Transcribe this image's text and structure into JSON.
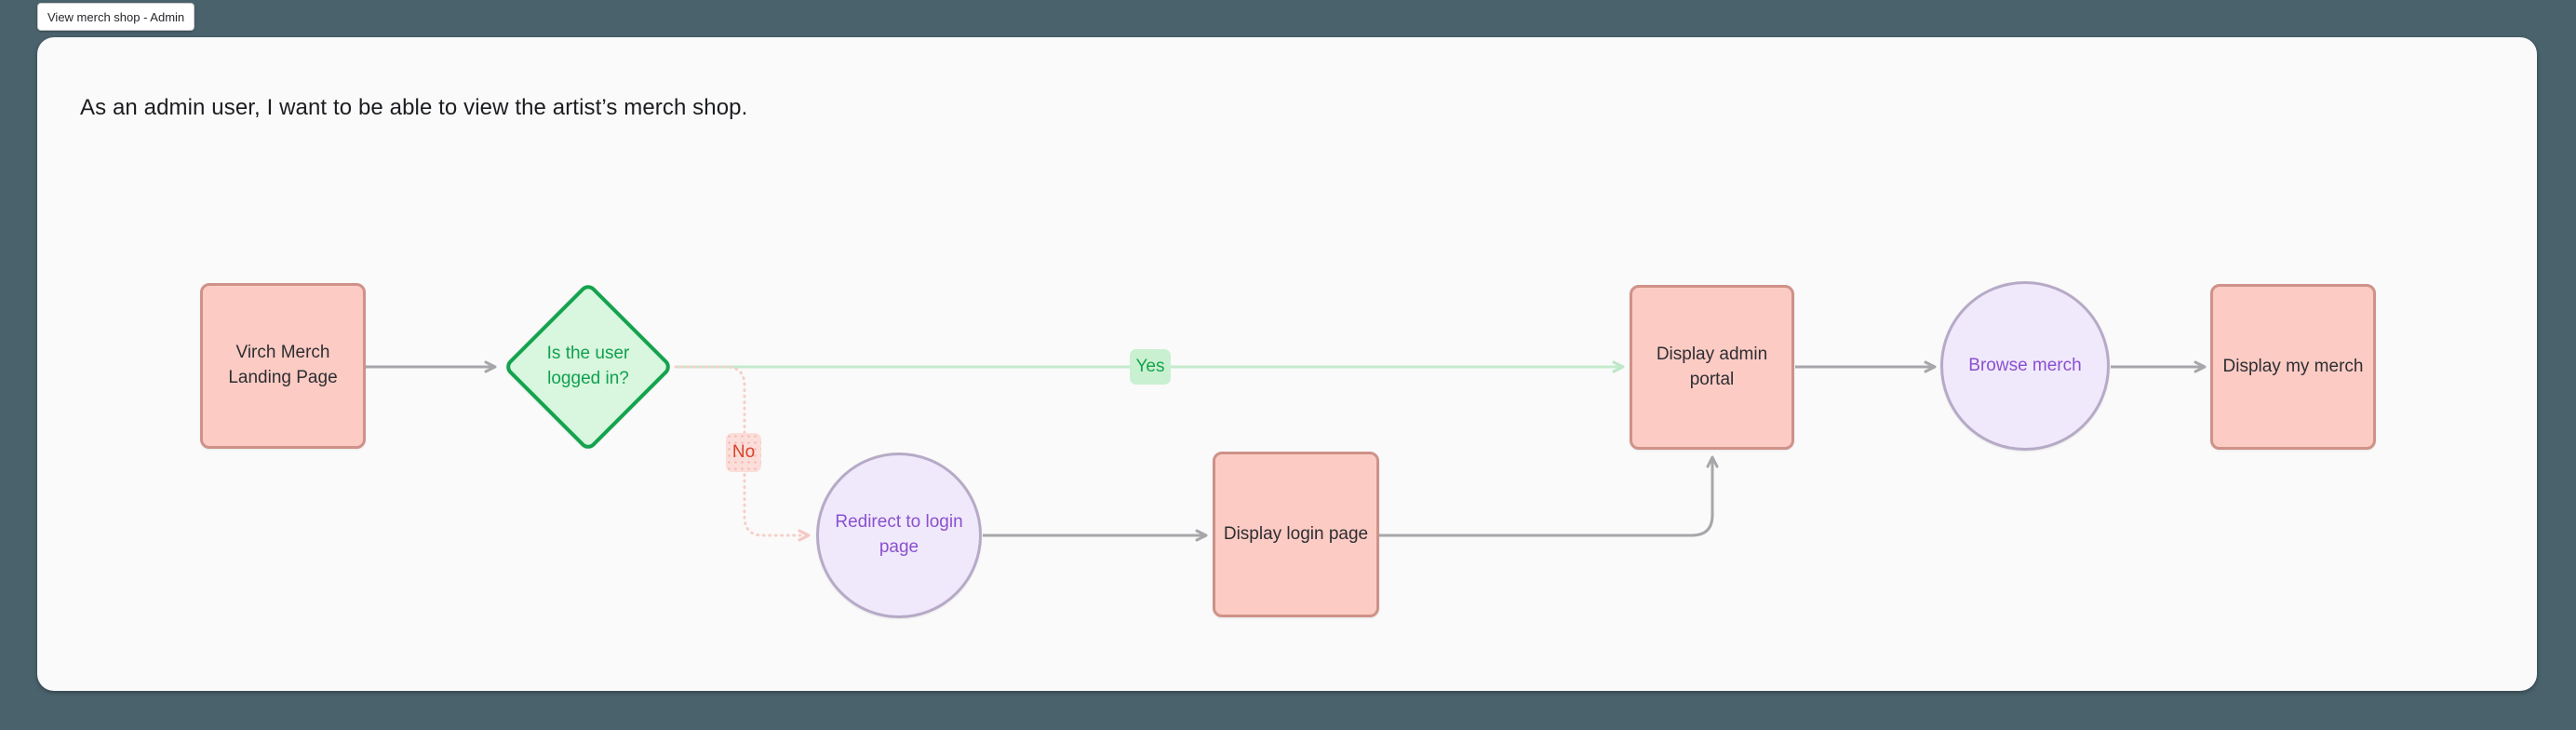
{
  "window": {
    "tab_label": "View merch shop - Admin"
  },
  "heading": "As an admin user, I want to be able to view the artist’s merch shop.",
  "diagram": {
    "nodes": [
      {
        "id": "landing",
        "label": "Virch Merch\nLanding Page",
        "shape": "rectangle",
        "color": "pink"
      },
      {
        "id": "logged-in",
        "label": "Is the user\nlogged in?",
        "shape": "diamond",
        "color": "green"
      },
      {
        "id": "redirect-login",
        "label": "Redirect to login\npage",
        "shape": "circle",
        "color": "purple"
      },
      {
        "id": "display-login",
        "label": "Display login page",
        "shape": "rectangle",
        "color": "pink"
      },
      {
        "id": "admin-portal",
        "label": "Display admin\nportal",
        "shape": "rectangle",
        "color": "pink"
      },
      {
        "id": "browse-merch",
        "label": "Browse merch",
        "shape": "circle",
        "color": "purple"
      },
      {
        "id": "my-merch",
        "label": "Display my merch",
        "shape": "rectangle",
        "color": "pink"
      }
    ],
    "edge_labels": {
      "yes": "Yes",
      "no": "No"
    },
    "edges": [
      {
        "from": "landing",
        "to": "logged-in",
        "label": "",
        "style": "solid-gray"
      },
      {
        "from": "logged-in",
        "to": "admin-portal",
        "label": "Yes",
        "style": "solid-green"
      },
      {
        "from": "logged-in",
        "to": "redirect-login",
        "label": "No",
        "style": "dotted-pink"
      },
      {
        "from": "redirect-login",
        "to": "display-login",
        "label": "",
        "style": "solid-gray"
      },
      {
        "from": "display-login",
        "to": "admin-portal",
        "label": "",
        "style": "solid-gray"
      },
      {
        "from": "admin-portal",
        "to": "browse-merch",
        "label": "",
        "style": "solid-gray"
      },
      {
        "from": "browse-merch",
        "to": "my-merch",
        "label": "",
        "style": "solid-gray"
      }
    ],
    "colors": {
      "page_background": "#4a626c",
      "canvas_background": "#fafafa",
      "rect_fill": "#fccbc4",
      "rect_border": "#cf9288",
      "diamond_fill": "#d9f6de",
      "diamond_border": "#14a34e",
      "diamond_text": "#0fa14e",
      "circle_fill": "#f0e9fb",
      "circle_border": "#b6aac7",
      "circle_text": "#8a50cf",
      "yes_label_bg": "#c9f0d1",
      "yes_label_text": "#17a34a",
      "no_label_bg": "#fbdeda",
      "no_label_text": "#d8432d",
      "edge_gray": "#a7a7ab",
      "edge_green": "#c4eacc",
      "edge_pink": "#f7cfc9"
    }
  }
}
